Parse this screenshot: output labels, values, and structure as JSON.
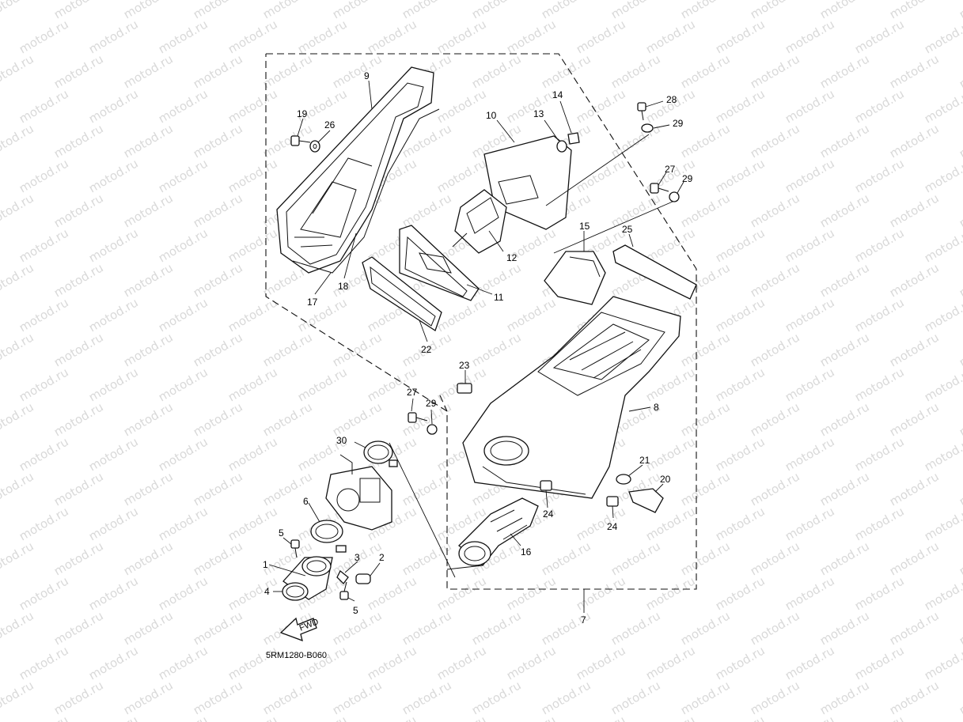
{
  "watermark": "motod.ru",
  "diagram_code": "5RM1280-B060",
  "fwd_arrow_text": "FWD",
  "callouts": {
    "c1": "1",
    "c2": "2",
    "c3": "3",
    "c4": "4",
    "c5a": "5",
    "c5b": "5",
    "c6": "6",
    "c7": "7",
    "c8": "8",
    "c9": "9",
    "c10": "10",
    "c11": "11",
    "c12": "12",
    "c13": "13",
    "c14": "14",
    "c15": "15",
    "c16": "16",
    "c17": "17",
    "c18": "18",
    "c19": "19",
    "c20": "20",
    "c21": "21",
    "c22": "22",
    "c23": "23",
    "c24a": "24",
    "c24b": "24",
    "c25": "25",
    "c26": "26",
    "c27a": "27",
    "c27b": "27",
    "c28": "28",
    "c29a": "29",
    "c29b": "29",
    "c29c": "29",
    "c30": "30"
  },
  "colors": {
    "line": "#111111",
    "watermark": "#d9d9d9",
    "background": "#ffffff"
  }
}
